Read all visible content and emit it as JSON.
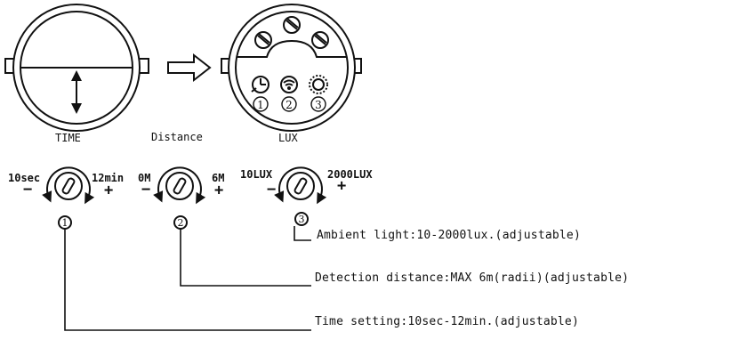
{
  "captions": {
    "time": "TIME",
    "distance": "Distance",
    "lux": "LUX"
  },
  "knobs": [
    {
      "id": "time",
      "min_label": "10sec",
      "max_label": "12min",
      "minus": "−",
      "plus": "+",
      "number": "1"
    },
    {
      "id": "distance",
      "min_label": "0M",
      "max_label": "6M",
      "minus": "−",
      "plus": "+",
      "number": "2"
    },
    {
      "id": "lux",
      "min_label": "10LUX",
      "max_label": "2000LUX",
      "minus": "−",
      "plus": "+",
      "number": "3"
    }
  ],
  "notes": {
    "ambient": "Ambient light:10-2000lux.(adjustable)",
    "detection": "Detection distance:MAX 6m(radii)(adjustable)",
    "time": "Time setting:10sec-12min.(adjustable)"
  },
  "sensor_numbers": [
    "1",
    "2",
    "3"
  ],
  "colors": {
    "ink": "#111111",
    "background": "#ffffff"
  }
}
